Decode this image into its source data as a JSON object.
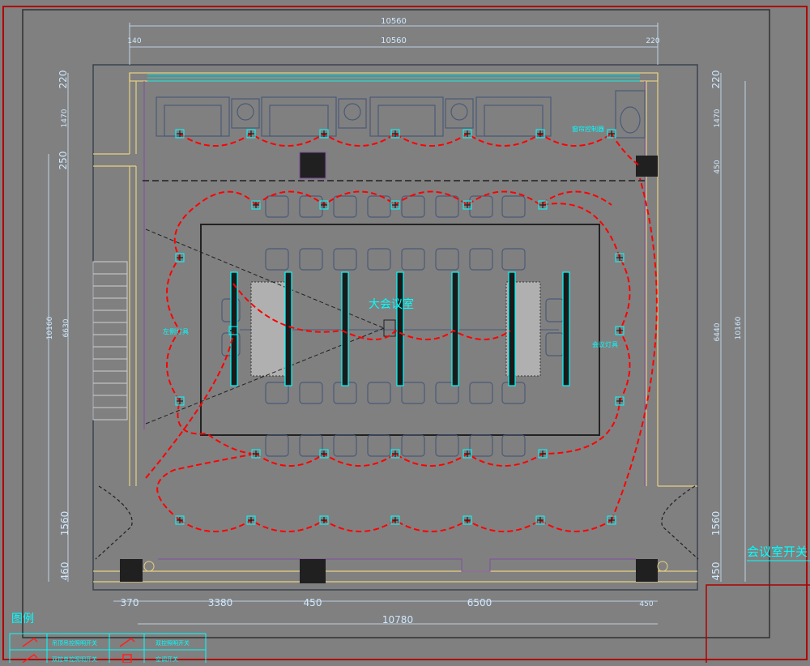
{
  "room_title": "大会议室",
  "side_title": "会议室开关",
  "legend": {
    "title": "图例",
    "items": [
      "吊顶吊控照明开关",
      "双控照明开关",
      "双控单控照明开关",
      "空调开关"
    ]
  },
  "dimensions": {
    "top_overall": "10560",
    "top_inner": "10560",
    "top_left_small": "140",
    "top_right_small": "220",
    "left_top": "220",
    "left_1470": "1470",
    "left_250": "250",
    "left_overall": "10160",
    "left_6630": "6630",
    "left_1560": "1560",
    "left_460": "460",
    "right_top": "220",
    "right_1470": "1470",
    "right_450_top": "450",
    "right_6440": "6440",
    "right_overall": "10160",
    "right_1560": "1560",
    "right_450_bottom": "450",
    "bottom_370": "370",
    "bottom_3380": "3380",
    "bottom_450a": "450",
    "bottom_6500": "6500",
    "bottom_450b": "450",
    "bottom_overall": "10780"
  },
  "labels": {
    "left_outlet": "左侧灯具",
    "right_outlet": "会议灯具",
    "top_right_note": "窗帘控制器"
  },
  "colors": {
    "background": "#808080",
    "wall": "#e8d080",
    "circuit": "#ff0000",
    "fixture": "#00ffff",
    "dimension": "#cfe8ff",
    "frame": "#b00000"
  }
}
